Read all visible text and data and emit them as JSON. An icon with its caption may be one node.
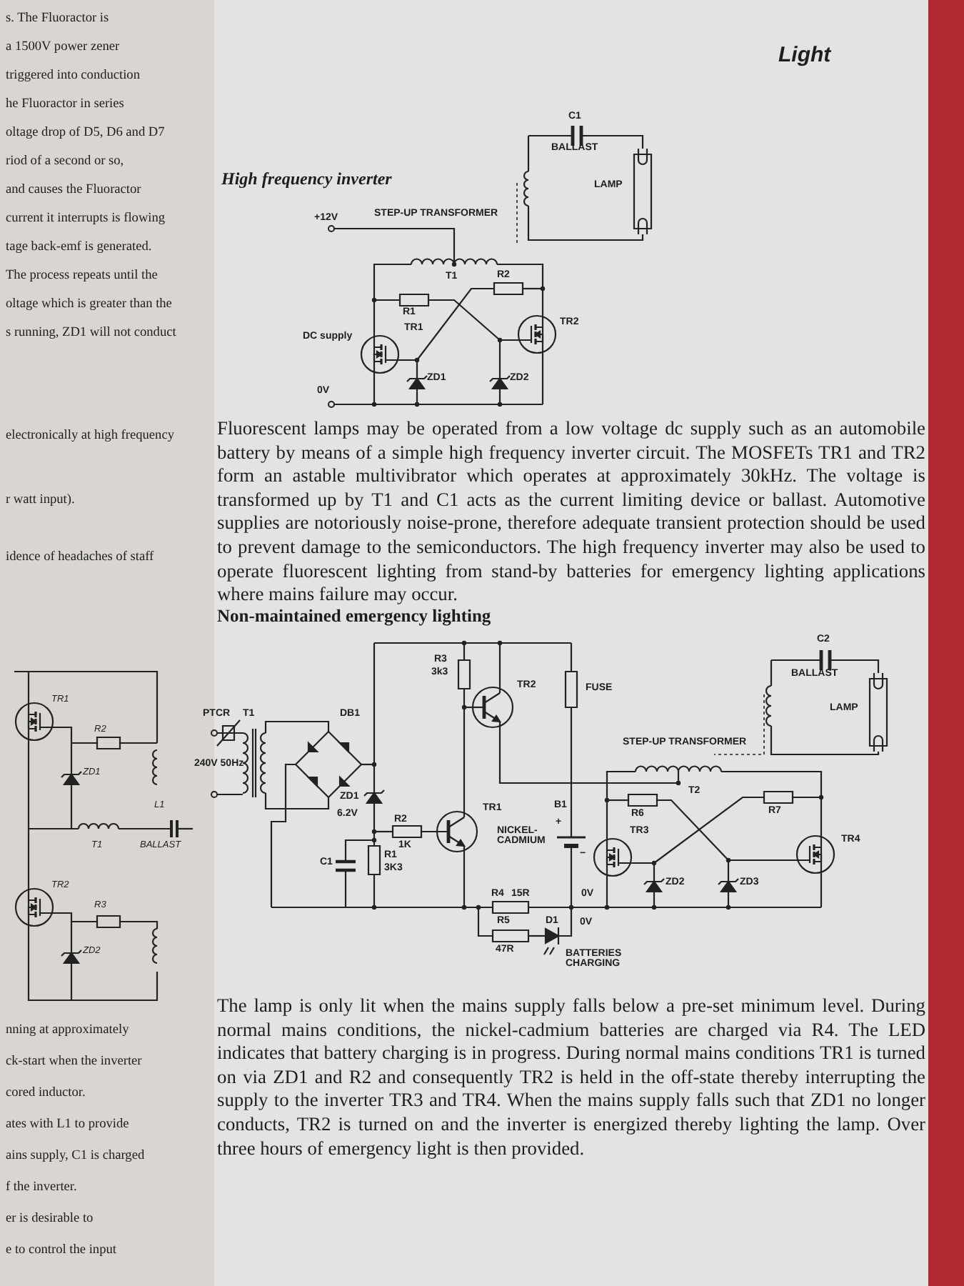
{
  "diagram": {
    "labels": [
      "Light",
      "High frequency inverter",
      "C1",
      "BALLAST",
      "LAMP",
      "STEP-UP TRANSFORMER",
      "+12V",
      "T1",
      "R1",
      "R2",
      "TR1",
      "TR2",
      "DC supply",
      "ZD1",
      "ZD2",
      "0V",
      "Fluorescent lamps may be operated from a low voltage dc supply such as an automobile battery by means of a simple high frequency inverter circuit. The MOSFETs TR1 and TR2 form an astable multivibrator which operates at approximately 30kHz. The voltage is transformed up by T1 and C1 acts as the current limiting device or ballast. Automotive supplies are notoriously noise-prone, therefore adequate transient protection should be used to prevent damage to the semiconductors. The high frequency inverter may also be used to operate fluorescent lighting from stand-by batteries for emergency lighting applications where mains failure may occur.",
      "Non-maintained emergency lighting",
      "R3",
      "3k3",
      "TR2",
      "FUSE",
      "PTCR",
      "T1",
      "DB1",
      "240V 50Hz",
      "ZD1",
      "6.2V",
      "R2",
      "1K",
      "TR1",
      "B1",
      "+",
      "NICKEL-CADMIUM",
      "−",
      "C1",
      "R1",
      "3K3",
      "R4",
      "15R",
      "0V",
      "R5",
      "47R",
      "D1",
      "BATTERIES CHARGING",
      "C2",
      "BALLAST",
      "LAMP",
      "STEP-UP TRANSFORMER",
      "T2",
      "R6",
      "R7",
      "TR3",
      "TR4",
      "ZD2",
      "ZD3",
      "0V",
      "The lamp is only lit when the mains supply falls below a pre-set minimum level. During normal mains conditions, the nickel-cadmium batteries are charged via R4. The LED indicates that battery charging is in progress. During normal mains conditions TR1 is turned on via ZD1 and R2 and consequently TR2 is held in the off-state thereby interrupting the supply to the inverter TR3 and TR4. When the mains supply falls such that ZD1 no longer conducts, TR2 is turned on and the inverter is energized thereby lighting the lamp. Over three hours of emergency light is then provided.",
      "s. The Fluoractor is",
      "a 1500V power zener",
      "triggered into conduction",
      "he Fluoractor in series",
      "oltage drop of D5, D6 and D7",
      "riod of a second or so,",
      "and causes the Fluoractor",
      "current it interrupts is flowing",
      "tage back-emf is generated.",
      "The process repeats until the",
      "oltage which is greater than the",
      "s running, ZD1 will not conduct",
      "electronically at high frequency",
      "r watt input).",
      "idence of headaches of staff",
      "TR1",
      "R2",
      "ZD1",
      "L1",
      "T1",
      "BALLAST",
      "TR2",
      "R3",
      "ZD2",
      "nning at approximately",
      "ck-start when the inverter",
      "cored inductor.",
      "ates with L1 to provide",
      "ains supply, C1 is charged",
      "f the inverter.",
      "er is desirable to",
      "e to control the input"
    ]
  }
}
